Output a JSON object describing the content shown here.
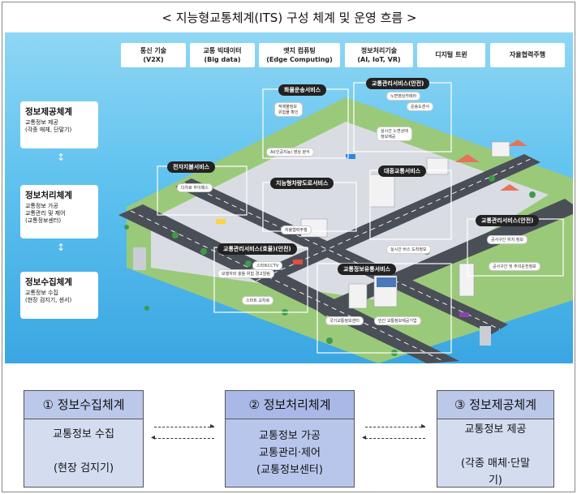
{
  "title": "< 지능형교통체계(ITS) 구성 체계 및 운영 흐름 >",
  "technologies": [
    {
      "label": "통신 기술\n(V2X)"
    },
    {
      "label": "교통 빅데이터\n(Big data)"
    },
    {
      "label": "엣지 컴퓨팅\n(Edge Computing)"
    },
    {
      "label": "정보처리기술\n(AI, IoT, VR)"
    },
    {
      "label": "디지털 트윈"
    },
    {
      "label": "자율협력주행"
    }
  ],
  "left_systems": [
    {
      "heading": "정보제공체계",
      "sub": "교통정보 제공\n(각종 매체, 단말기)"
    },
    {
      "heading": "정보처리체계",
      "sub": "교통정보 가공\n교통관리 및 제어\n(교통정보센터)"
    },
    {
      "heading": "정보수집체계",
      "sub": "교통정보 수집\n(현장 검지기, 센서)"
    }
  ],
  "services": [
    {
      "label": "화물운송서비스"
    },
    {
      "label": "교통관리서비스(안전)"
    },
    {
      "label": "전자지불서비스"
    },
    {
      "label": "지능형차량도로서비스"
    },
    {
      "label": "대중교통서비스"
    },
    {
      "label": "교통관리서비스(안전)"
    },
    {
      "label": "교통관리서비스(효율)(안전)"
    },
    {
      "label": "교통정보유통서비스"
    }
  ],
  "tags": [
    {
      "label": "노면영상카메라"
    },
    {
      "label": "운송도센서"
    },
    {
      "label": "적재물정보\n위험물 확인"
    },
    {
      "label": "실시간 노면상태\n정보제공"
    },
    {
      "label": "AI(인공지능) 영상 분석"
    },
    {
      "label": "다차로 하이패스"
    },
    {
      "label": "자율협력주행"
    },
    {
      "label": "실시간 버스 도착정보"
    },
    {
      "label": "공사구간 위치 정보"
    },
    {
      "label": "공사구간 및 주의운전정보"
    },
    {
      "label": "스마트CCTV"
    },
    {
      "label": "보행자와 충돌 위험 경고알림"
    },
    {
      "label": "스마트 교차로"
    },
    {
      "label": "국가교통정보센터"
    },
    {
      "label": "민간 교통정보제공기업"
    }
  ],
  "bottom": [
    {
      "head": "① 정보수집체계",
      "body": "교통정보 수집\n\n(현장 검지기)"
    },
    {
      "head": "② 정보처리체계",
      "body": "교통정보 가공\n교통관리·제어\n(교통정보센터)"
    },
    {
      "head": "③ 정보제공체계",
      "body": "교통정보 제공\n\n(각종 매체·단말\n기)"
    }
  ]
}
